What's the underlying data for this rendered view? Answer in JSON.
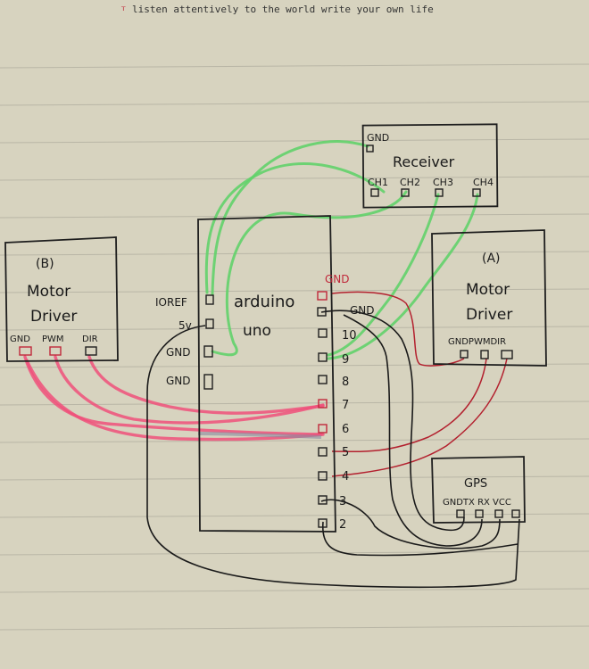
{
  "header": {
    "motto": "listen attentively to the world write your own life"
  },
  "receiver": {
    "gnd": "GND",
    "title": "Receiver",
    "channels": [
      "CH1",
      "CH2",
      "CH3",
      "CH4"
    ]
  },
  "driver_a": {
    "title_a": "(A)",
    "title_b": "Motor",
    "title_c": "Driver",
    "pins": "GNDPWMDIR"
  },
  "driver_b": {
    "title_a": "(B)",
    "title_b": "Motor",
    "title_c": "Driver",
    "pin_gnd": "GND",
    "pin_pwm": "PWM",
    "pin_dir": "DIR"
  },
  "arduino": {
    "name_line1": "arduino",
    "name_line2": "uno",
    "left_pins": [
      "IOREF",
      "5v",
      "GND",
      "GND"
    ],
    "right_pins": [
      "GND",
      "GND",
      "10",
      "9",
      "8",
      "7",
      "6",
      "5",
      "4",
      "3",
      "2"
    ]
  },
  "gps": {
    "title": "GPS",
    "pins": "GNDTX RX VCC"
  },
  "colors": {
    "paper": "#d7d3bf",
    "ink": "#1e1e1e",
    "green_wire": "#62d26a",
    "pink_wire": "#f0507a",
    "red_wire": "#b3202e"
  }
}
